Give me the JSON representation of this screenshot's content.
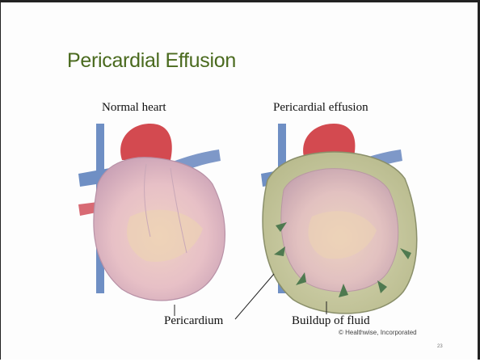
{
  "slide": {
    "title": "Pericardial Effusion",
    "page_number": "23"
  },
  "figure": {
    "left_caption": "Normal heart",
    "right_caption": "Pericardial effusion",
    "label_pericardium": "Pericardium",
    "label_fluid": "Buildup of fluid",
    "credit": "© Healthwise, Incorporated"
  },
  "colors": {
    "title": "#4a6a1e",
    "heart_muscle": "#e8c4c8",
    "vessel_blue": "#5a7db8",
    "artery_red": "#d0404a",
    "fluid": "#c9caa0",
    "arrow_green": "#4f7a50"
  }
}
